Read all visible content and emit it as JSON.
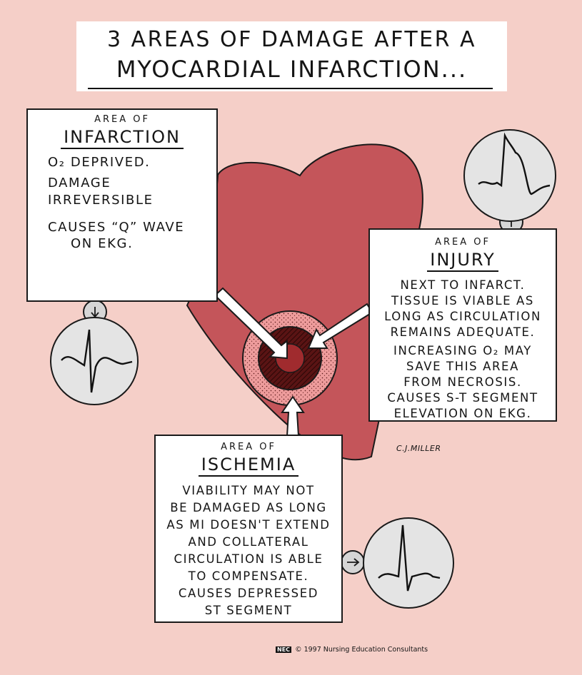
{
  "title": {
    "line1": "3 AREAS OF DAMAGE AFTER A",
    "line2": "MYOCARDIAL INFARCTION..."
  },
  "infarction": {
    "caption": "AREA OF",
    "heading": "INFARCTION",
    "lines": [
      "O₂ DEPRIVED.",
      "DAMAGE",
      "IRREVERSIBLE",
      "CAUSES “Q” WAVE",
      "ON EKG."
    ]
  },
  "injury": {
    "caption": "AREA OF",
    "heading": "INJURY",
    "lines": [
      "NEXT TO INFARCT.",
      "TISSUE IS VIABLE AS",
      "LONG AS CIRCULATION",
      "REMAINS ADEQUATE.",
      "INCREASING O₂ MAY",
      "SAVE THIS AREA",
      "FROM NECROSIS.",
      "CAUSES S-T SEGMENT",
      "ELEVATION ON EKG."
    ]
  },
  "ischemia": {
    "caption": "AREA OF",
    "heading": "ISCHEMIA",
    "lines": [
      "VIABILITY MAY NOT",
      "BE DAMAGED AS LONG",
      "AS MI DOESN'T EXTEND",
      "AND COLLATERAL",
      "CIRCULATION IS ABLE",
      "TO COMPENSATE.",
      "CAUSES DEPRESSED",
      "ST SEGMENT"
    ]
  },
  "credit": "C.J.MILLER",
  "copyright": {
    "logo": "NEC",
    "text": "© 1997 Nursing Education Consultants"
  },
  "colors": {
    "background": "#f5cfc8",
    "heart": "#c4555a",
    "infarct_core": "#5a1414",
    "injury_ring": "#7a2326",
    "ischemia_zone": "#ee9c9c",
    "monitor": "#e4e4e4"
  },
  "icons": [
    "heart-icon",
    "arrow-down-icon",
    "arrow-up-icon",
    "arrow-right-icon"
  ]
}
